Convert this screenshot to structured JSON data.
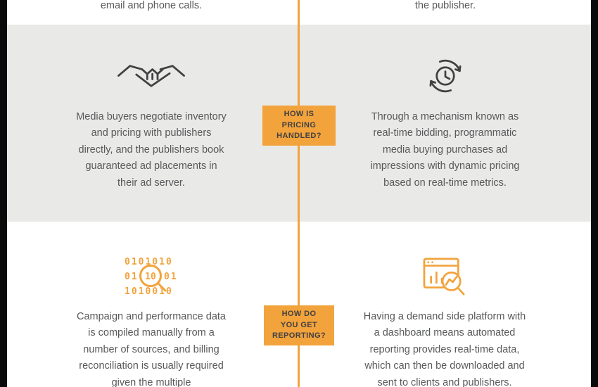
{
  "colors": {
    "accent_orange": "#F2A33C",
    "icon_dark": "#414042",
    "body_text": "#58595B",
    "section_gray": "#E9E9E7",
    "edge_black": "#0A0A0A"
  },
  "top_strip": {
    "left_text": "email and phone calls.",
    "right_text": "the publisher."
  },
  "pricing_section": {
    "question": {
      "lines": [
        "HOW IS",
        "PRICING",
        "HANDLED?"
      ]
    },
    "left": {
      "icon": "handshake-icon",
      "text": "Media buyers negotiate inventory and pricing with publishers directly, and the publishers book guaranteed ad placements in their ad server."
    },
    "right": {
      "icon": "realtime-clock-refresh-icon",
      "text": "Through a mechanism known as real-time bidding, programmatic media buying purchases ad impressions with dynamic pricing based on real-time metrics."
    }
  },
  "reporting_section": {
    "question": {
      "lines": [
        "HOW DO",
        "YOU GET",
        "REPORTING?"
      ]
    },
    "left": {
      "icon": "binary-data-magnifier-icon",
      "text": "Campaign and performance data is compiled manually from a number of sources, and billing reconciliation is usually required given the multiple"
    },
    "right": {
      "icon": "dashboard-report-magnifier-icon",
      "text": "Having a demand side platform with a dashboard means automated reporting provides real-time data, which can then be downloaded and sent to clients and publishers."
    }
  }
}
